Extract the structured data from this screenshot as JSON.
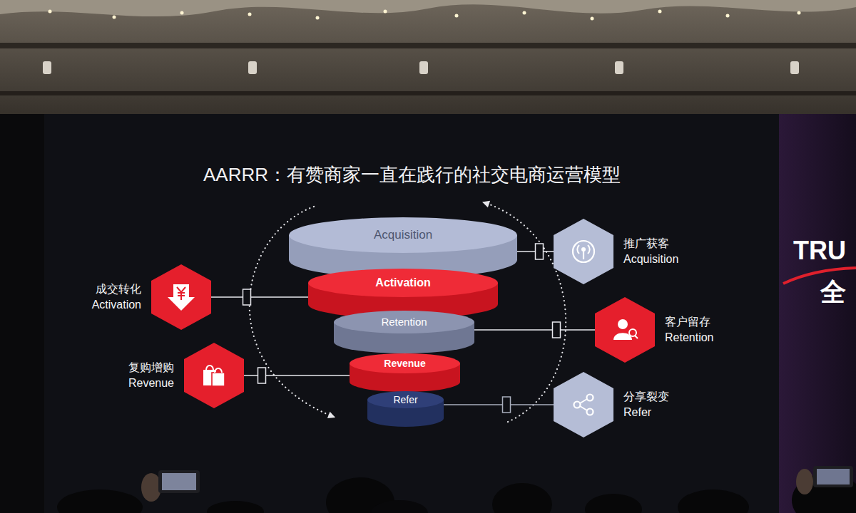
{
  "diagram": {
    "title": "AARRR：有赞商家一直在践行的社交电商运营模型",
    "nodes": [
      {
        "text": [
          "Acquisition"
        ]
      },
      {
        "text": [
          "Activation"
        ]
      },
      {
        "text": [
          "Retention"
        ]
      },
      {
        "text": [
          "Revenue"
        ]
      },
      {
        "text": [
          "Refer"
        ]
      },
      {
        "text": [
          "推广获客",
          "Acquisition"
        ]
      },
      {
        "text": [
          "成交转化",
          "Activation"
        ]
      },
      {
        "text": [
          "客户留存",
          "Retention"
        ]
      },
      {
        "text": [
          "复购增购",
          "Revenue"
        ]
      },
      {
        "text": [
          "分享裂变",
          "Refer"
        ]
      }
    ],
    "edges": [
      {
        "from": 5,
        "to": 0,
        "arrow": "none"
      },
      {
        "from": 6,
        "to": 1,
        "arrow": "none"
      },
      {
        "from": 7,
        "to": 2,
        "arrow": "none"
      },
      {
        "from": 8,
        "to": 3,
        "arrow": "none"
      },
      {
        "from": 9,
        "to": 4,
        "arrow": "none"
      }
    ],
    "labels": [
      "TRU",
      "全"
    ]
  }
}
